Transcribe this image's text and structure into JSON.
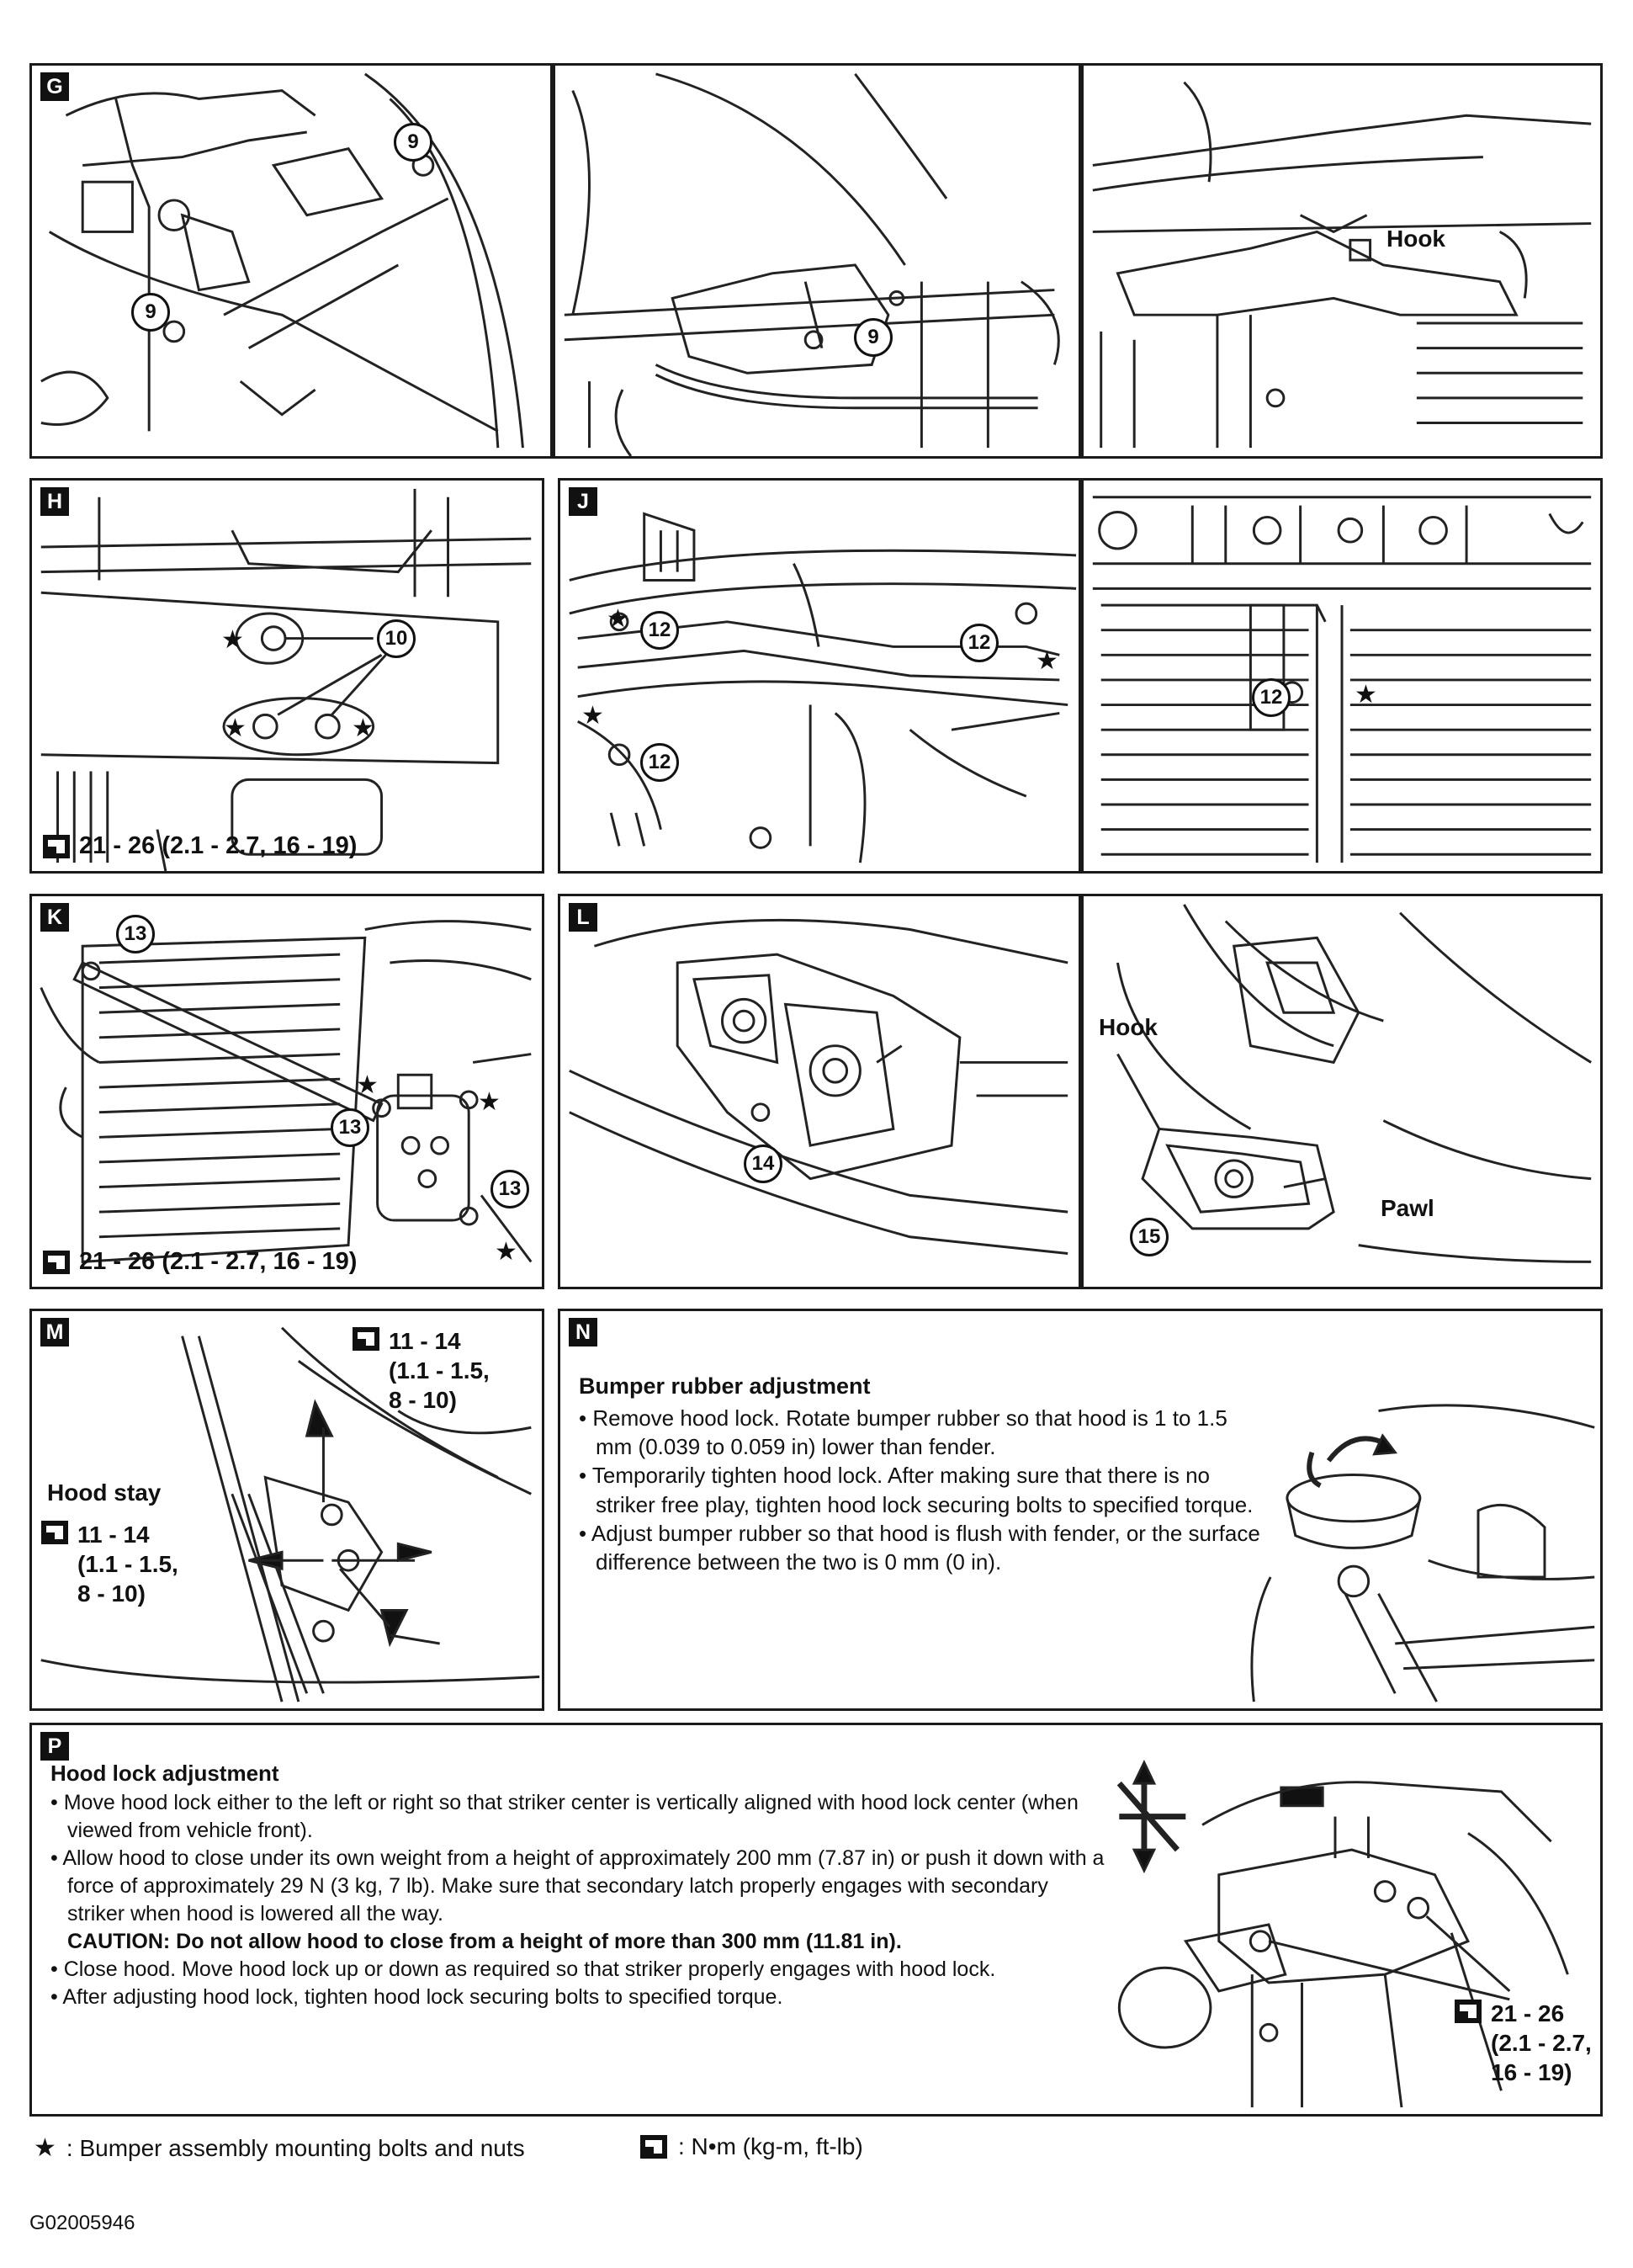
{
  "panels": {
    "G": {
      "letter": "G",
      "callouts": [
        "9",
        "9",
        "9"
      ],
      "hook_label": "Hook"
    },
    "H": {
      "letter": "H",
      "callouts": [
        "10"
      ],
      "torque": "21 - 26 (2.1 - 2.7, 16 - 19)"
    },
    "J": {
      "letter": "J",
      "callouts": [
        "12",
        "12",
        "12",
        "12"
      ]
    },
    "K": {
      "letter": "K",
      "callouts": [
        "13",
        "13",
        "13"
      ],
      "torque": "21 - 26 (2.1 - 2.7, 16 - 19)"
    },
    "L": {
      "letter": "L",
      "callouts": [
        "14",
        "15"
      ],
      "hook_label": "Hook",
      "pawl_label": "Pawl"
    },
    "M": {
      "letter": "M",
      "torque_top": [
        "11 - 14",
        "(1.1 - 1.5,",
        "8 - 10)"
      ],
      "hood_stay_label": "Hood stay",
      "torque_left": [
        "11 - 14",
        "(1.1 - 1.5,",
        "8 - 10)"
      ]
    },
    "N": {
      "letter": "N",
      "title": "Bumper rubber adjustment",
      "items": [
        "Remove hood lock. Rotate bumper rubber so that hood is 1 to 1.5 mm (0.039 to 0.059 in) lower than fender.",
        "Temporarily tighten hood lock. After making sure that there is no striker free play, tighten hood lock securing bolts to specified torque.",
        "Adjust bumper rubber so that hood is flush with fender, or the surface difference between the two is 0 mm (0 in)."
      ]
    },
    "P": {
      "letter": "P",
      "title": "Hood lock adjustment",
      "items": [
        "Move hood lock either to the left or right so that striker center is vertically aligned with hood lock center (when viewed from vehicle front).",
        "Allow hood to close under its own weight from a height of approximately 200 mm (7.87 in) or push it down with a force of approximately 29 N (3 kg, 7 lb). Make sure that secondary latch properly engages with secondary striker when hood is lowered all the way."
      ],
      "caution": "CAUTION: Do not allow hood to close from a height of more than 300 mm (11.81 in).",
      "items_after": [
        "Close hood. Move hood lock up or down as required so that striker properly engages with hood lock.",
        "After adjusting hood lock, tighten hood lock securing bolts to specified torque."
      ],
      "torque": [
        "21 - 26",
        "(2.1 - 2.7,",
        "16 - 19)"
      ]
    }
  },
  "legend": {
    "star_symbol": "★",
    "star_text": ": Bumper assembly mounting bolts and nuts",
    "torque_text": ":  N•m  (kg-m,  ft-lb)"
  },
  "figure_code": "G02005946"
}
